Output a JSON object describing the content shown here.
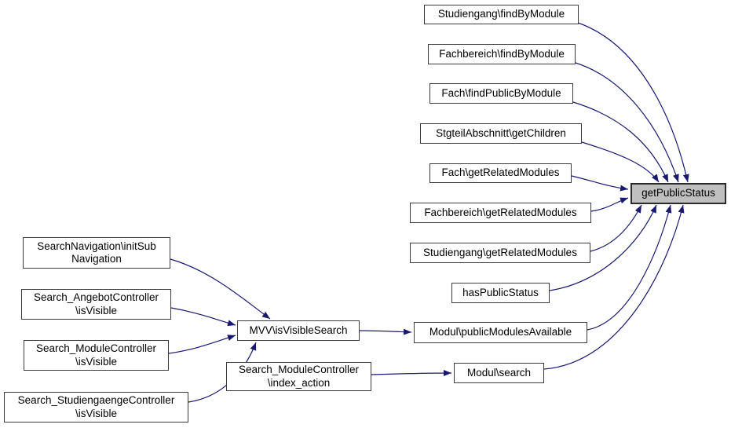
{
  "diagram": {
    "type": "call-graph",
    "focus_function": "getPublicStatus",
    "colors": {
      "background": "#ffffff",
      "edge": "#191970",
      "node_border": "#3c3c3c",
      "node_fill": "#ffffff",
      "highlight_fill": "#bfbfbf",
      "text": "#000000"
    }
  },
  "graph": {
    "nodes": [
      {
        "id": "studiengang-findByModule",
        "label": "Studiengang\\findByModule"
      },
      {
        "id": "fachbereich-findByModule",
        "label": "Fachbereich\\findByModule"
      },
      {
        "id": "fach-findPublicByModule",
        "label": "Fach\\findPublicByModule"
      },
      {
        "id": "stgteilabschnitt-getChildren",
        "label": "StgteilAbschnitt\\getChildren"
      },
      {
        "id": "fach-getRelatedModules",
        "label": "Fach\\getRelatedModules"
      },
      {
        "id": "fachbereich-getRelatedModules",
        "label": "Fachbereich\\getRelatedModules"
      },
      {
        "id": "studiengang-getRelatedModules",
        "label": "Studiengang\\getRelatedModules"
      },
      {
        "id": "hasPublicStatus",
        "label": "hasPublicStatus"
      },
      {
        "id": "modul-publicModulesAvailable",
        "label": "Modul\\publicModulesAvailable"
      },
      {
        "id": "modul-search",
        "label": "Modul\\search"
      },
      {
        "id": "getPublicStatus",
        "label": "getPublicStatus",
        "highlighted": true
      },
      {
        "id": "mvv-isVisibleSearch",
        "label": "MVV\\isVisibleSearch"
      },
      {
        "id": "search-moduleController-index-action",
        "label": "Search_ModuleController\n\\index_action"
      },
      {
        "id": "searchNavigation-initSubNavigation",
        "label": "SearchNavigation\\initSub\nNavigation"
      },
      {
        "id": "search-angebotController-isVisible",
        "label": "Search_AngebotController\n\\isVisible"
      },
      {
        "id": "search-moduleController-isVisible",
        "label": "Search_ModuleController\n\\isVisible"
      },
      {
        "id": "search-studiengaengeController-isVisible",
        "label": "Search_StudiengaengeController\n\\isVisible"
      }
    ],
    "edges": [
      {
        "from": "studiengang-findByModule",
        "to": "getPublicStatus"
      },
      {
        "from": "fachbereich-findByModule",
        "to": "getPublicStatus"
      },
      {
        "from": "fach-findPublicByModule",
        "to": "getPublicStatus"
      },
      {
        "from": "stgteilabschnitt-getChildren",
        "to": "getPublicStatus"
      },
      {
        "from": "fach-getRelatedModules",
        "to": "getPublicStatus"
      },
      {
        "from": "fachbereich-getRelatedModules",
        "to": "getPublicStatus"
      },
      {
        "from": "studiengang-getRelatedModules",
        "to": "getPublicStatus"
      },
      {
        "from": "hasPublicStatus",
        "to": "getPublicStatus"
      },
      {
        "from": "modul-publicModulesAvailable",
        "to": "getPublicStatus"
      },
      {
        "from": "modul-search",
        "to": "getPublicStatus"
      },
      {
        "from": "mvv-isVisibleSearch",
        "to": "modul-publicModulesAvailable"
      },
      {
        "from": "search-moduleController-index-action",
        "to": "modul-search"
      },
      {
        "from": "searchNavigation-initSubNavigation",
        "to": "mvv-isVisibleSearch"
      },
      {
        "from": "search-angebotController-isVisible",
        "to": "mvv-isVisibleSearch"
      },
      {
        "from": "search-moduleController-isVisible",
        "to": "mvv-isVisibleSearch"
      },
      {
        "from": "search-studiengaengeController-isVisible",
        "to": "mvv-isVisibleSearch"
      }
    ]
  }
}
